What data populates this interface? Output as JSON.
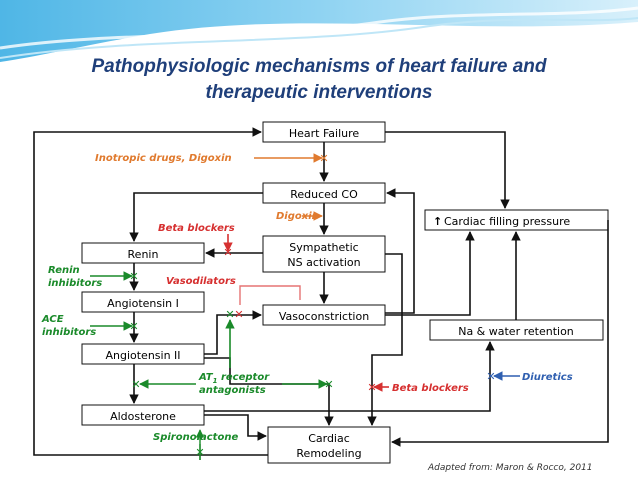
{
  "slide": {
    "title_line1": "Pathophysiologic mechanisms of  heart failure and",
    "title_line2": "therapeutic interventions",
    "citation": "Adapted from: Maron & Rocco, 2011"
  },
  "boxes": {
    "heart_failure": "Heart Failure",
    "reduced_co": "Reduced CO",
    "cardiac_filling_pressure": "Cardiac filling pressure",
    "renin": "Renin",
    "sympathetic_line1": "Sympathetic",
    "sympathetic_line2": "NS activation",
    "angiotensin_1": "Angiotensin I",
    "vasoconstriction": "Vasoconstriction",
    "na_water_retention": "Na & water retention",
    "angiotensin_2": "Angiotensin II",
    "aldosterone": "Aldosterone",
    "cardiac_remodeling_line1": "Cardiac",
    "cardiac_remodeling_line2": "Remodeling"
  },
  "interventions": {
    "inotropic": "Inotropic drugs, Digoxin",
    "digoxin": "Digoxin",
    "beta_blockers_top": "Beta blockers",
    "vasodilators": "Vasodilators",
    "renin_inhibitors_line1": "Renin",
    "renin_inhibitors_line2": "inhibitors",
    "ace_inhibitors_line1": "ACE",
    "ace_inhibitors_line2": "inhibitors",
    "at1_line1_a": "AT",
    "at1_line1_sub": "1",
    "at1_line1_b": " receptor",
    "at1_line2": "antagonists",
    "beta_blockers_bottom": "Beta blockers",
    "diuretics": "Diuretics",
    "spironolactone": "Spironolactone"
  },
  "colors": {
    "title": "#1f3f7a",
    "orange": "#e07a2e",
    "red": "#d63030",
    "green": "#1a8a2a",
    "blue": "#2f5fb0",
    "pink": "#e57373",
    "line": "#111111"
  }
}
